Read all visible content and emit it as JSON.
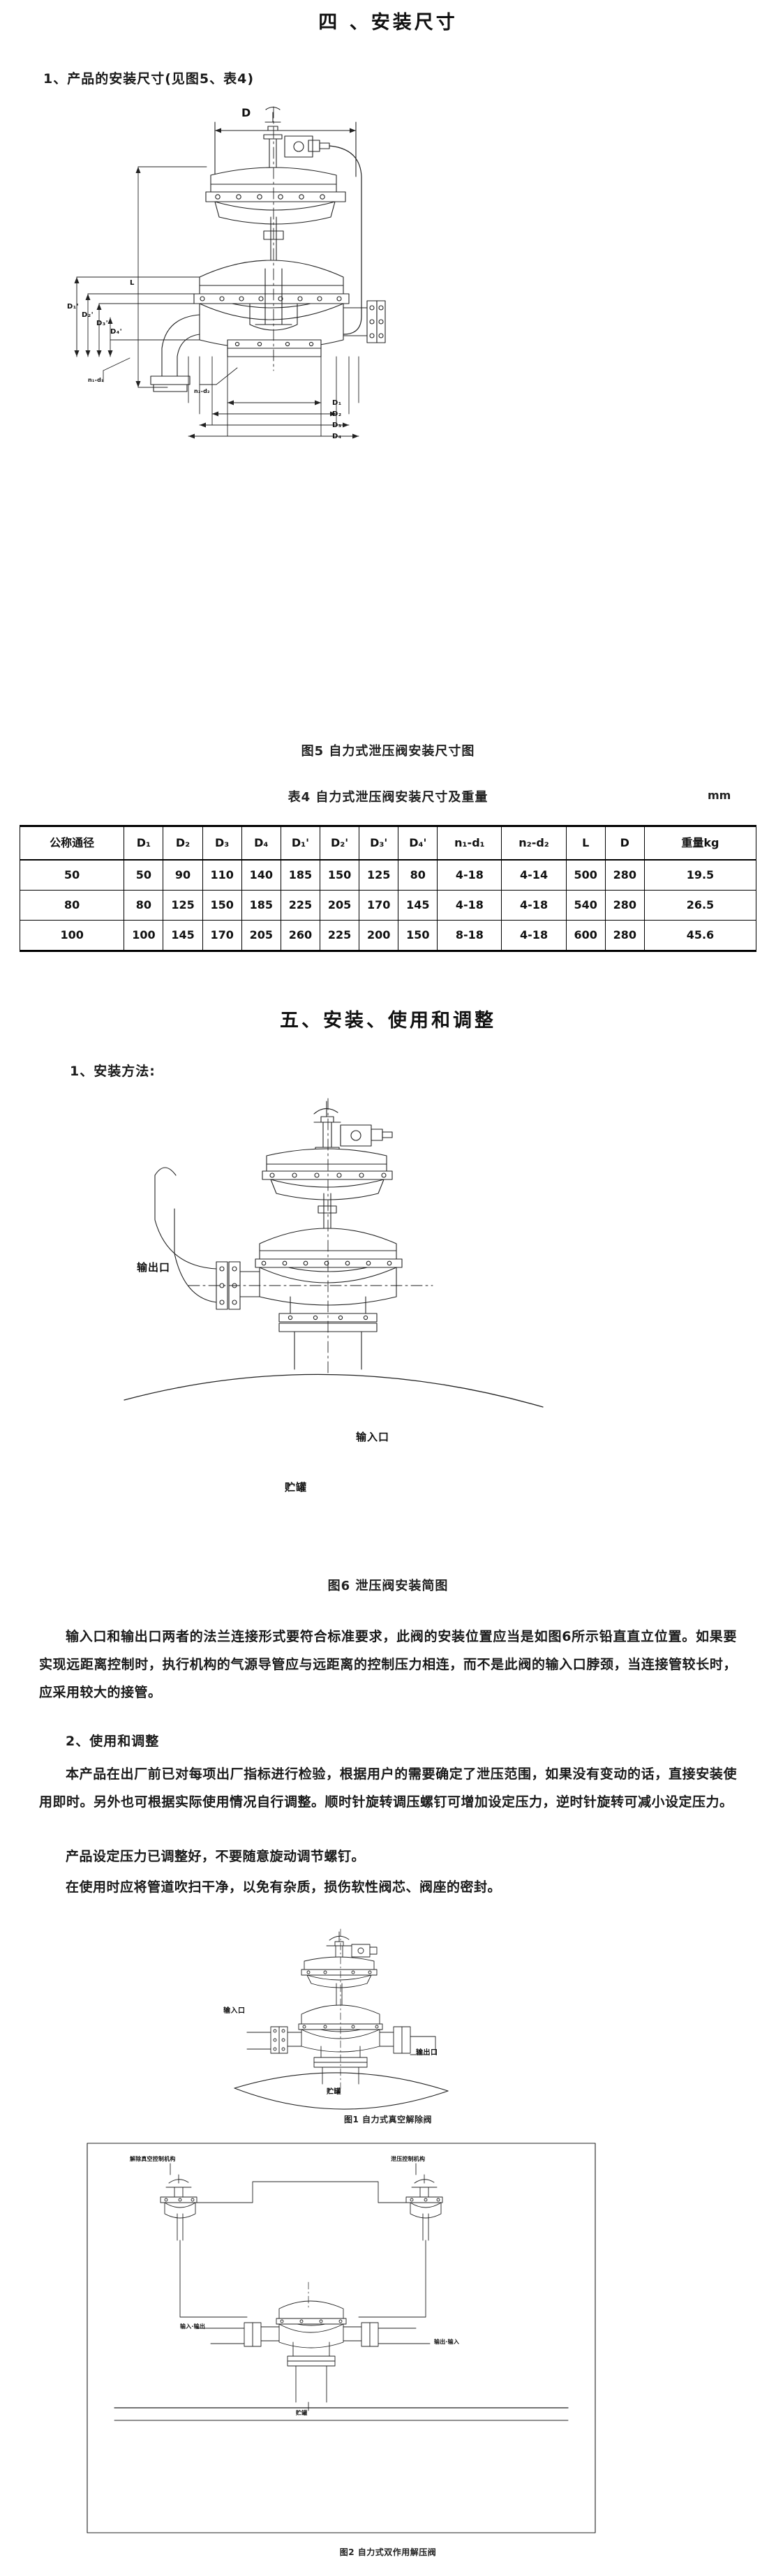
{
  "headings": {
    "section4": "四 、安装尺寸",
    "section5": "五、安装、使用和调整"
  },
  "subheads": {
    "item1": "1、产品的安装尺寸(见图5、表4)",
    "install_method": "1、安装方法:",
    "use_adjust": "2、使用和调整"
  },
  "captions": {
    "fig5": "图5  自力式泄压阀安装尺寸图",
    "fig6": "图6  泄压阀安装简图",
    "fig1": "图1  自力式真空解除阀",
    "fig2": "图2  自力式双作用解压阀"
  },
  "table": {
    "caption": "表4   自力式泄压阀安装尺寸及重量",
    "unit": "mm",
    "headers": [
      "公称通径",
      "D₁",
      "D₂",
      "D₃",
      "D₄",
      "D₁'",
      "D₂'",
      "D₃'",
      "D₄'",
      "n₁-d₁",
      "n₂-d₂",
      "L",
      "D",
      "重量kg"
    ],
    "rows": [
      [
        "50",
        "50",
        "90",
        "110",
        "140",
        "185",
        "150",
        "125",
        "80",
        "4-18",
        "4-14",
        "500",
        "280",
        "19.5"
      ],
      [
        "80",
        "80",
        "125",
        "150",
        "185",
        "225",
        "205",
        "170",
        "145",
        "4-18",
        "4-18",
        "540",
        "280",
        "26.5"
      ],
      [
        "100",
        "100",
        "145",
        "170",
        "205",
        "260",
        "225",
        "200",
        "150",
        "8-18",
        "4-18",
        "600",
        "280",
        "45.6"
      ]
    ]
  },
  "body": {
    "p1": "输入口和输出口两者的法兰连接形式要符合标准要求，此阀的安装位置应当是如图6所示铅直直立位置。如果要实现远距离控制时，执行机构的气源导管应与远距离的控制压力相连，而不是此阀的输入口脖颈，当连接管较长时，应采用较大的接管。",
    "p2": "本产品在出厂前已对每项出厂指标进行检验，根据用户的需要确定了泄压范围，如果没有变动的话，直接安装使用即时。另外也可根据实际使用情况自行调整。顺时针旋转调压螺钉可增加设定压力，逆时针旋转可减小设定压力。",
    "p3": "产品设定压力已调整好，不要随意旋动调节螺钉。",
    "p4": "在使用时应将管道吹扫干净，以免有杂质，损伤软性阀芯、阀座的密封。"
  },
  "fig5_labels": {
    "top_D": "D",
    "dim_D1": "D₁",
    "dim_D2": "D₂",
    "dim_D3": "D₃",
    "dim_D4": "D₄",
    "dim_D1p": "D₁'",
    "dim_D2p": "D₂'",
    "dim_D3p": "D₃'",
    "dim_D4p": "D₄'",
    "bolt_n1": "n₁-d₁",
    "bolt_n2": "n₂-d₂",
    "len_L": "L"
  },
  "fig6_labels": {
    "outlet": "输出口",
    "inlet": "输入口",
    "tank": "贮罐"
  },
  "fig1_labels": {
    "inlet": "输入口",
    "outlet": "输出口",
    "tank": "贮罐"
  },
  "fig2_labels": {
    "mech_vacuum": "解除真空控制机构",
    "mech_relief": "泄压控制机构",
    "in_out": "输入·输出",
    "out_in": "输出·输入",
    "tank": "贮罐"
  },
  "colors": {
    "ink": "#111111",
    "line": "#222222",
    "page": "#ffffff"
  }
}
